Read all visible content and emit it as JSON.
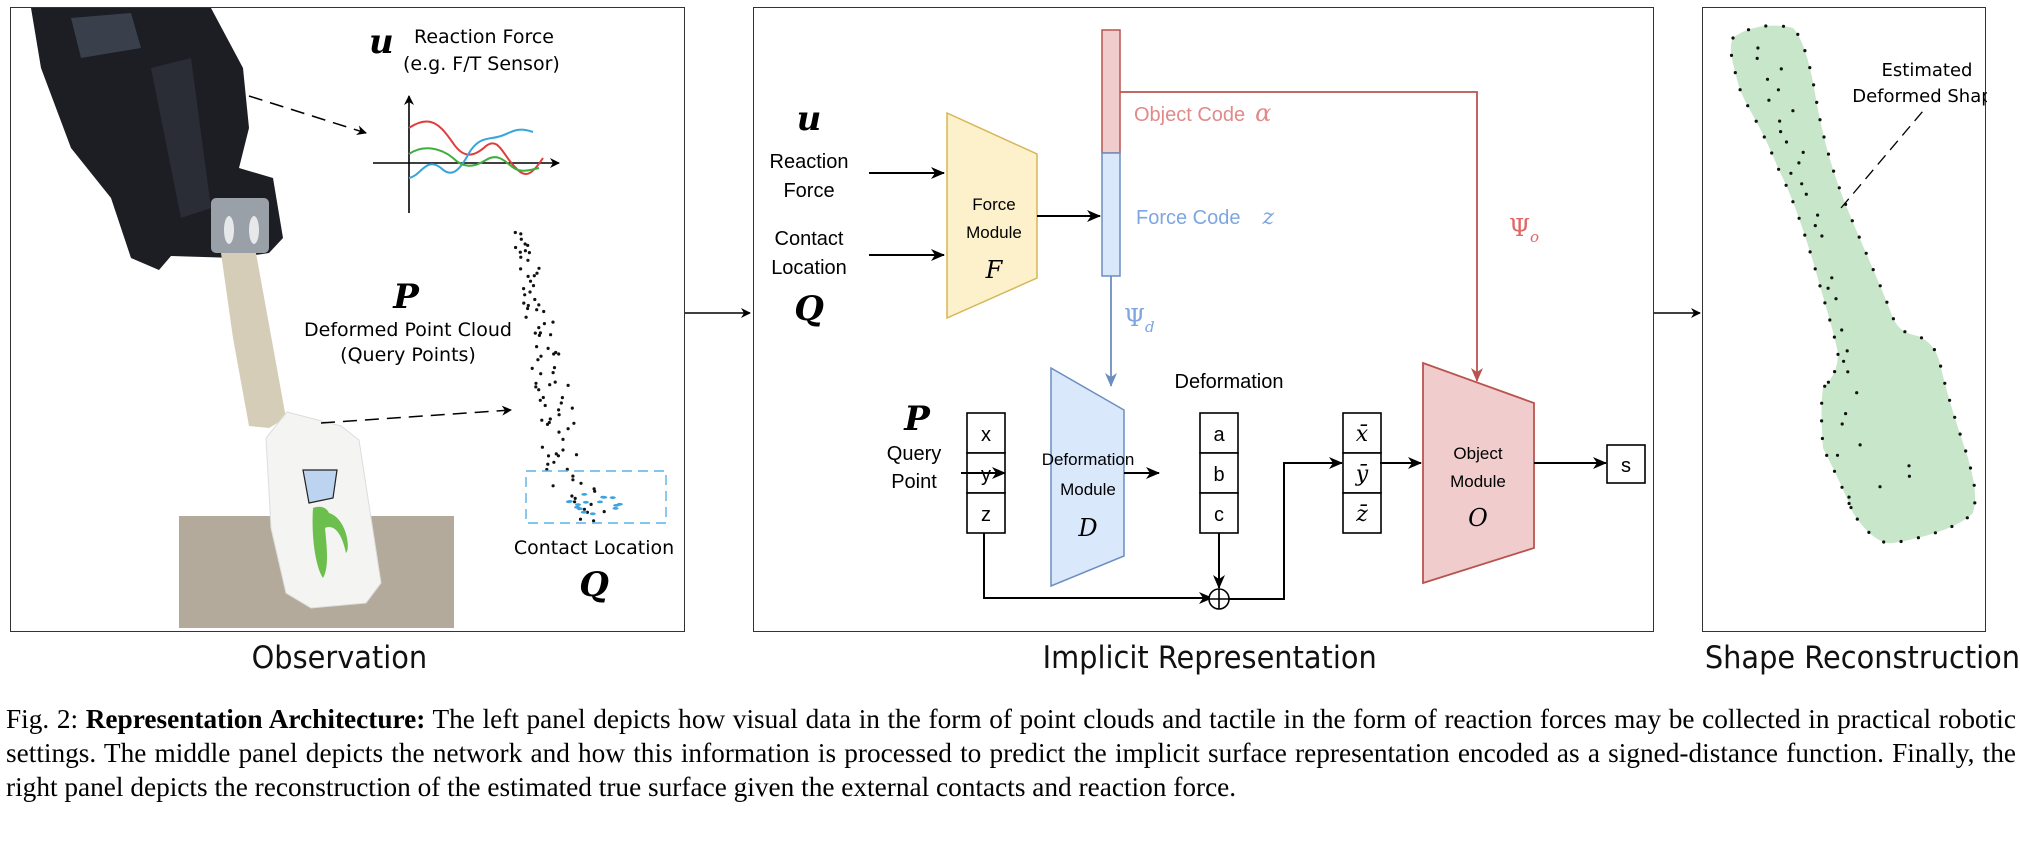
{
  "panels": {
    "observation": {
      "title": "Observation",
      "reaction_force_symbol": "u",
      "reaction_force_label": "Reaction Force",
      "reaction_force_sub": "(e.g. F/T Sensor)",
      "point_cloud_symbol": "P",
      "point_cloud_label": "Deformed Point Cloud",
      "point_cloud_sub": "(Query Points)",
      "contact_label": "Contact Location",
      "contact_symbol": "Q",
      "signal_colors": [
        "#e03c3c",
        "#3aa5dc",
        "#3fae3f"
      ]
    },
    "implicit": {
      "title": "Implicit Representation",
      "input_u_symbol": "u",
      "input_u_label_1": "Reaction",
      "input_u_label_2": "Force",
      "input_q_label_1": "Contact",
      "input_q_label_2": "Location",
      "input_q_symbol": "Q",
      "force_module": {
        "line1": "Force",
        "line2": "Module",
        "symbol": "F",
        "fill": "#fdf1cc",
        "stroke": "#d6b656"
      },
      "object_code": {
        "label": "Object Code",
        "symbol": "α",
        "color": "#e08a8a"
      },
      "force_code": {
        "label": "Force Code",
        "symbol": "z",
        "color": "#7ea6e0"
      },
      "psi_d": {
        "main": "Ψ",
        "sub": "d"
      },
      "psi_o": {
        "main": "Ψ",
        "sub": "o"
      },
      "query_symbol": "P",
      "query_label_1": "Query",
      "query_label_2": "Point",
      "query_cells": [
        "x",
        "y",
        "z"
      ],
      "deformation_label": "Deformation",
      "deformation_module": {
        "line1": "Deformation",
        "line2": "Module",
        "symbol": "D",
        "fill": "#dae8fc",
        "stroke": "#6c8ebf"
      },
      "deformation_cells": [
        "a",
        "b",
        "c"
      ],
      "sum_symbol": "⊕",
      "deformed_cells": [
        "x̄",
        "ȳ",
        "z̄"
      ],
      "object_module": {
        "line1": "Object",
        "line2": "Module",
        "symbol": "O",
        "fill": "#f0cccc",
        "stroke": "#b85450"
      },
      "output_cell": "s"
    },
    "reconstruction": {
      "title": "Shape Reconstruction",
      "annotation_1": "Estimated",
      "annotation_2": "Deformed Shape",
      "shape_fill": "#c8e6c9"
    }
  },
  "caption": {
    "prefix": "Fig. 2: ",
    "bold": "Representation Architecture:",
    "text": " The left panel depicts how visual data in the form of point clouds and tactile in the form of reaction forces may be collected in practical robotic settings. The middle panel depicts the network and how this information is processed to predict the implicit surface representation encoded as a signed-distance function. Finally, the right panel depicts the reconstruction of the estimated true surface given the external contacts and reaction force."
  }
}
